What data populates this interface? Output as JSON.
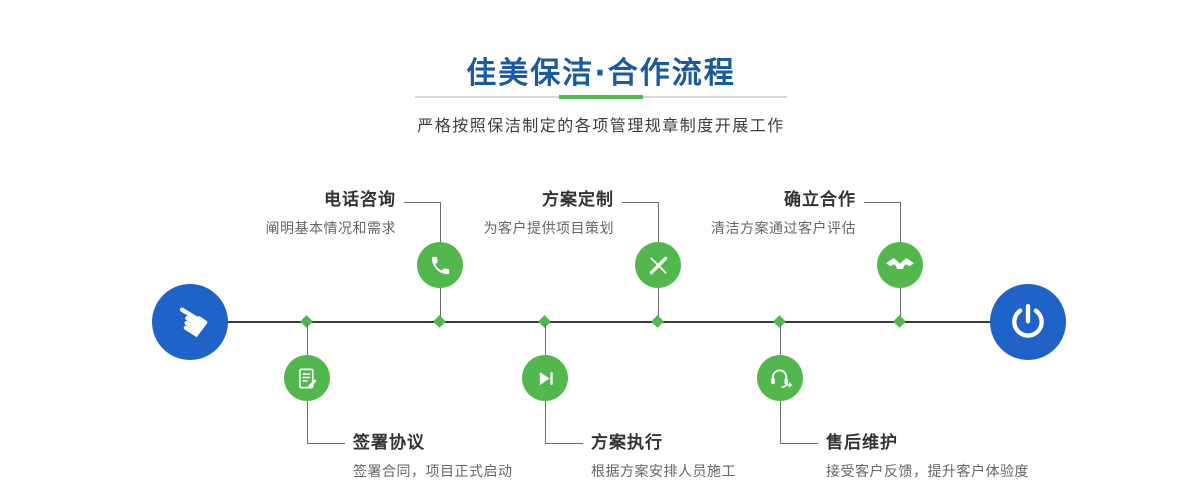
{
  "header": {
    "title": "佳美保洁·合作流程",
    "subtitle": "严格按照保洁制定的各项管理规章制度开展工作"
  },
  "endpoints": {
    "start_glyph": "☚",
    "start_icon": "pointer-hand-icon",
    "end_icon": "power-icon"
  },
  "steps_top": [
    {
      "title": "电话咨询",
      "desc": "阐明基本情况和需求",
      "icon": "phone-icon"
    },
    {
      "title": "方案定制",
      "desc": "为客户提供项目策划",
      "icon": "design-icon"
    },
    {
      "title": "确立合作",
      "desc": "清洁方案通过客户评估",
      "icon": "handshake-icon"
    }
  ],
  "steps_bottom": [
    {
      "title": "签署协议",
      "desc": "签署合同，项目正式启动",
      "icon": "contract-icon"
    },
    {
      "title": "方案执行",
      "desc": "根据方案安排人员施工",
      "icon": "execute-icon"
    },
    {
      "title": "售后维护",
      "desc": "接受客户反馈，提升客户体验度",
      "icon": "support-icon"
    }
  ],
  "colors": {
    "title_blue": "#1a5a9e",
    "node_blue": "#1f63c8",
    "accent_green": "#52b84e",
    "line_dark": "#3a3a3a"
  }
}
